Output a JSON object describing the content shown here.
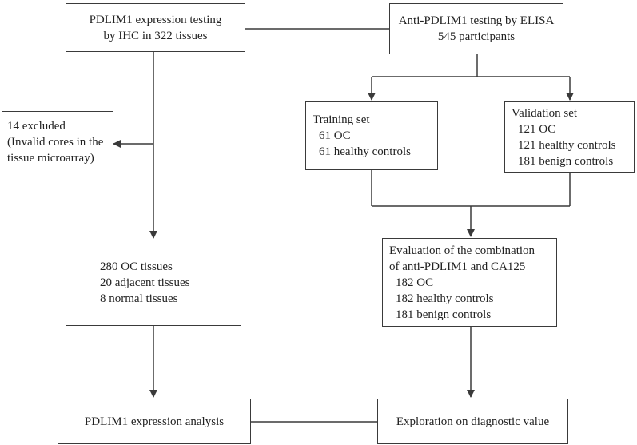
{
  "boxes": {
    "ihc": [
      "PDLIM1 expression testing",
      "by IHC in 322 tissues"
    ],
    "elisa": [
      "Anti-PDLIM1 testing by ELISA",
      "545 participants"
    ],
    "excluded": [
      "14 excluded",
      "(Invalid cores in the",
      "tissue microarray)"
    ],
    "training": [
      "Training set",
      "61 OC",
      "61 healthy controls"
    ],
    "validation": [
      "Validation set",
      "121 OC",
      "121 healthy controls",
      "181 benign controls"
    ],
    "tissues": [
      "280 OC tissues",
      "20 adjacent tissues",
      "8  normal tissues"
    ],
    "combination": [
      "Evaluation of the combination",
      "of anti-PDLIM1 and CA125",
      "182 OC",
      "182 healthy controls",
      "181 benign controls"
    ],
    "analysis": [
      "PDLIM1 expression analysis"
    ],
    "diagnostic": [
      "Exploration on diagnostic value"
    ]
  },
  "colors": {
    "line": "#3a3a3a",
    "text": "#222222",
    "border": "#3a3a3a"
  }
}
